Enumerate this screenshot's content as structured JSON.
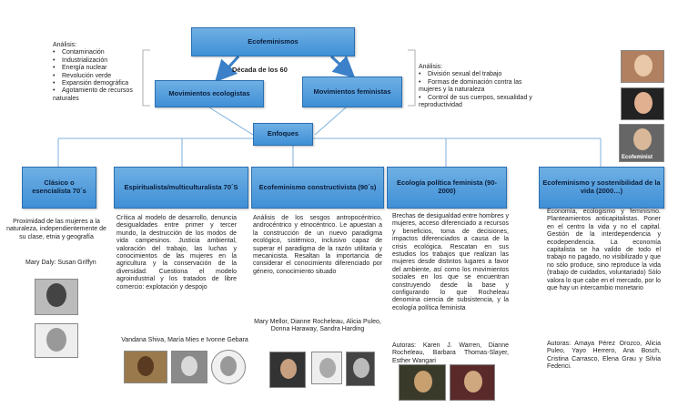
{
  "nodes": {
    "root": "Ecofeminismos",
    "decade": "Década de los 60",
    "ecologist": "Movimientos ecologistas",
    "feminist": "Movimientos feministas",
    "focus": "Enfoques",
    "classic": "Clásico o esencialista 70´s",
    "spiritual": "Espiritualista/multiculturalista 70´S",
    "constructivist": "Ecofeminismo constructivista (90´s)",
    "political": "Ecología política feminista (90-2000)",
    "sustainability": "Ecofeminismo y sostenibilidad de la vida (2000…)"
  },
  "left_analysis": {
    "title": "Análisis:",
    "items": [
      "Contaminación",
      "Industrialización",
      "Energía nuclear",
      "Revolución verde",
      "Expansión demográfica",
      "Agotamiento de recursos naturales"
    ]
  },
  "right_analysis": {
    "title": "Análisis:",
    "items": [
      "División sexual del trabajo",
      "Formas de dominación contra las mujeres y la naturaleza",
      "Control de sus cuerpos, sexualidad y reproductividad"
    ]
  },
  "descriptions": {
    "classic": "Proximidad de las mujeres a la naturaleza, independientemente de su clase, etnia y geografía",
    "classic_authors": "Mary Daly: Susan Griffyn",
    "spiritual": "Crítica al modelo de desarrollo, denuncia desigualdades entre primer y tercer mundo, la destrucción de los modos de vida campesinos. Justicia ambiental, valoración del trabajo, las luchas y conocimientos de las mujeres en la agricultura y la conservación de la diversidad. Cuestiona el modelo agroindustrial y los tratados de libre comercio: explotación y despojo",
    "spiritual_authors": "Vandana Shiva, María Mies e Ivonne Gebara",
    "constructivist": "Análisis de los sesgos antropocéntrico, androcéntrico y etnocéntrico. Le apuestan a la construcción de un nuevo paradigma ecológico, sistémico, inclusivo capaz de superar el paradigma de la razón utilitaria y mecanicista. Resaltan la importancia de considerar el conocimiento diferenciado por género, conocimiento situado",
    "constructivist_authors": "Mary Mellor, Dianne Rocheleau, Alicia Puleo, Donna Haraway, Sandra Harding",
    "political": "Brechas de desigualdad entre hombres y mujeres, acceso diferenciado a recursos y beneficios, toma de decisiones, impactos diferenciados a causa de la crisis ecológica. Rescatan en sus estudios los trabajos que realizan las mujeres desde distintos lugares a favor del ambiente, así como los movimientos sociales en los que se encuentran construyendo desde la base y configurando lo que Rocheleau denomina ciencia de subsistencia, y la ecología política feminista",
    "political_authors": "Autoras: Karen J. Warren, Dianne Rocheleau, Barbara Thomas-Slayer, Esther Wangari",
    "sustainability": "Economía, ecologismo y feminismo. Planteamientos anticapitalistas. Poner en el centro la vida y no el capital. Gestión de la interdependencia y ecodependencia. La economía capitalista se ha valido de todo el trabajo no pagado, no visibilizado y que no sólo produce, sino reproduce la vida (trabajo de cuidados, voluntariado) Sólo valora lo que cabe en el mercado, por lo que hay un intercambio monetario",
    "sustainability_authors": "Autoras: Amaya Pérez Orozco, Alicia Puleo, Yayo Herrero, Ana Bosch, Cristina Carrasco, Elena Grau y Silvia Federici."
  },
  "photo_label": "Ecofeminist"
}
